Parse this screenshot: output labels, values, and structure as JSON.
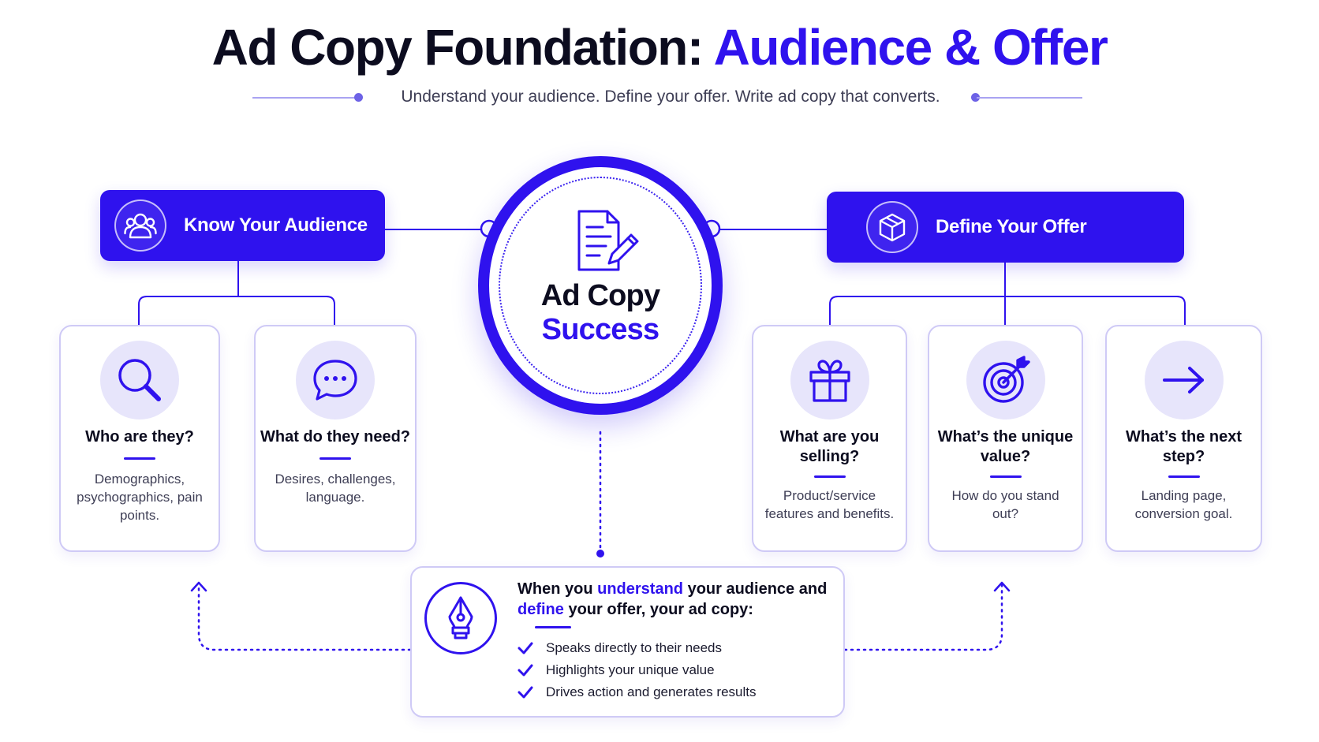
{
  "title": {
    "part_dark": "Ad Copy Foundation:",
    "part_accent": "Audience & Offer"
  },
  "subtitle": "Understand your audience. Define your offer. Write ad copy that converts.",
  "center": {
    "line1": "Ad Copy",
    "line2": "Success",
    "icon": "document-pen-icon"
  },
  "left_branch": {
    "label": "Know Your Audience",
    "icon": "people-icon",
    "cards": [
      {
        "question": "Who are they?",
        "description": "Demographics, psychographics, pain points.",
        "icon": "magnifier-icon"
      },
      {
        "question": "What do they need?",
        "description": "Desires, challenges, language.",
        "icon": "chat-bubble-icon"
      }
    ]
  },
  "right_branch": {
    "label": "Define Your Offer",
    "icon": "box-icon",
    "cards": [
      {
        "question": "What are you selling?",
        "description": "Product/service features and benefits.",
        "icon": "gift-icon"
      },
      {
        "question": "What’s the unique value?",
        "description": "How do you stand out?",
        "icon": "target-icon"
      },
      {
        "question": "What’s the next step?",
        "description": "Landing page, conversion goal.",
        "icon": "arrow-right-icon"
      }
    ]
  },
  "result": {
    "icon": "pen-nib-icon",
    "heading": {
      "t1": "When you ",
      "h1": "understand",
      "t2": " your audience and ",
      "h2": "define",
      "t3": " your offer, your ad copy:"
    },
    "items": [
      "Speaks directly to their needs",
      "Highlights your unique value",
      "Drives action and generates results"
    ]
  },
  "colors": {
    "accent": "#2f12ee",
    "dark_text": "#0c0c1f",
    "card_border": "#cfcaf6",
    "icon_bg": "#e7e5fb"
  }
}
